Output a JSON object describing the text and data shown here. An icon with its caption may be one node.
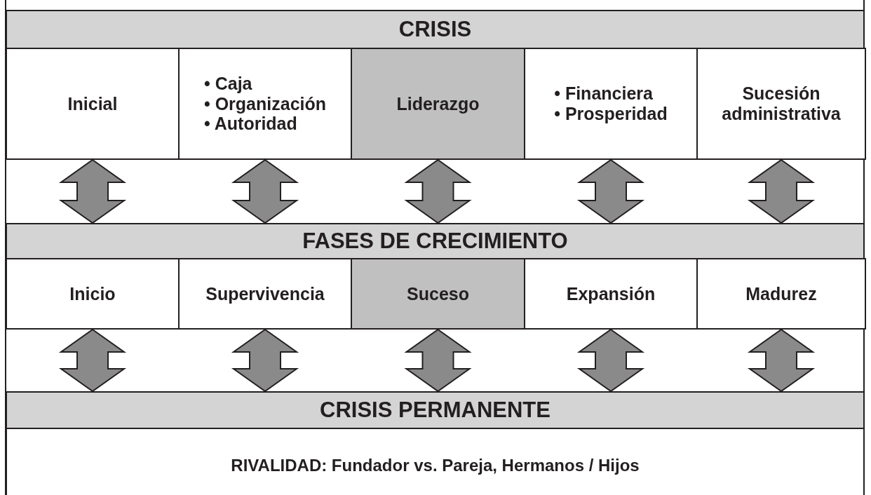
{
  "diagram": {
    "nodes": [
      {
        "text": [
          "CRISIS"
        ]
      },
      {
        "text": [
          "Inicial"
        ]
      },
      {
        "text": [
          "• Caja",
          "• Organización",
          "• Autoridad"
        ]
      },
      {
        "text": [
          "Liderazgo"
        ]
      },
      {
        "text": [
          "• Financiera",
          "• Prosperidad"
        ]
      },
      {
        "text": [
          "Sucesión administrativa"
        ]
      },
      {
        "text": [
          "FASES DE CRECIMIENTO"
        ]
      },
      {
        "text": [
          "Inicio"
        ]
      },
      {
        "text": [
          "Supervivencia"
        ]
      },
      {
        "text": [
          "Suceso"
        ]
      },
      {
        "text": [
          "Expansión"
        ]
      },
      {
        "text": [
          "Madurez"
        ]
      },
      {
        "text": [
          "CRISIS PERMANENTE"
        ]
      },
      {
        "text": [
          "RIVALIDAD: Fundador vs. Pareja, Hermanos / Hijos"
        ]
      }
    ],
    "edges": [
      {
        "from": 1,
        "to": 6,
        "arrow": "both"
      },
      {
        "from": 2,
        "to": 6,
        "arrow": "both"
      },
      {
        "from": 3,
        "to": 6,
        "arrow": "both"
      },
      {
        "from": 4,
        "to": 6,
        "arrow": "both"
      },
      {
        "from": 5,
        "to": 6,
        "arrow": "both"
      },
      {
        "from": 7,
        "to": 12,
        "arrow": "both"
      },
      {
        "from": 8,
        "to": 12,
        "arrow": "both"
      },
      {
        "from": 9,
        "to": 12,
        "arrow": "both"
      },
      {
        "from": 10,
        "to": 12,
        "arrow": "both"
      },
      {
        "from": 11,
        "to": 12,
        "arrow": "both"
      }
    ]
  }
}
